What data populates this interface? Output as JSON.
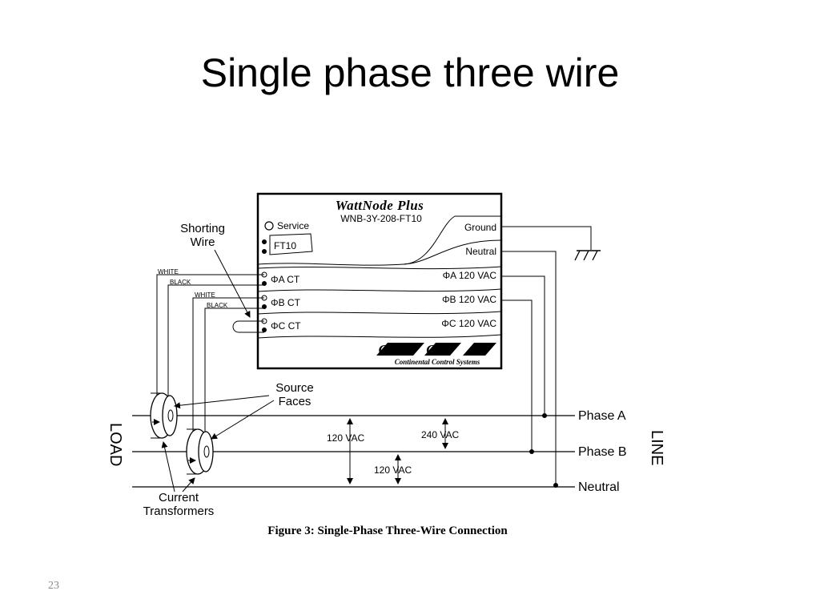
{
  "slide": {
    "title": "Single phase three wire",
    "page_number": "23"
  },
  "meter": {
    "brand": "WattNode Plus",
    "model": "WNB-3Y-208-FT10",
    "service_label": "Service",
    "ft10_label": "FT10",
    "terminals_left": [
      "ΦA CT",
      "ΦB CT",
      "ΦC CT"
    ],
    "terminals_right": [
      "Ground",
      "Neutral",
      "ΦA 120 VAC",
      "ΦB 120 VAC",
      "ΦC 120 VAC"
    ],
    "logo_text": "C C S",
    "logo_caption": "Continental Control Systems"
  },
  "wire_labels": {
    "white_a": "WHITE",
    "black_a": "BLACK",
    "white_b": "WHITE",
    "black_b": "BLACK"
  },
  "annotations": {
    "shorting_wire": [
      "Shorting",
      "Wire"
    ],
    "source_faces": [
      "Source",
      "Faces"
    ],
    "current_transformers": [
      "Current",
      "Transformers"
    ],
    "load": "LOAD",
    "line": "LINE"
  },
  "lines": [
    "Phase A",
    "Phase B",
    "Neutral"
  ],
  "voltages": {
    "a_to_n_upper": "120 VAC",
    "a_to_b": "240 VAC",
    "b_to_n": "120 VAC"
  },
  "figure_caption": "Figure 3: Single-Phase Three-Wire Connection"
}
